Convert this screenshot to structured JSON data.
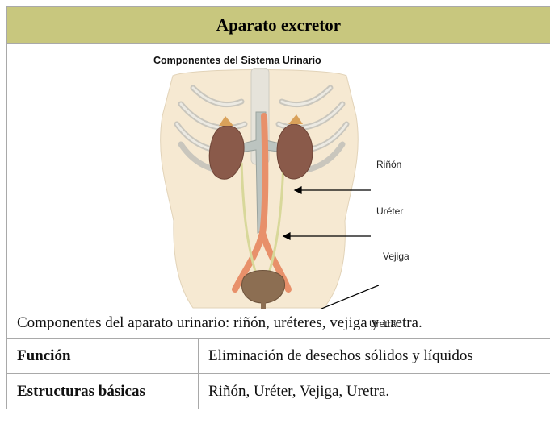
{
  "infobox": {
    "title": "Aparato excretor",
    "figure": {
      "title": "Componentes del Sistema Urinario",
      "labels": {
        "kidney": "Riñón",
        "ureter": "Uréter",
        "bladder": "Vejiga",
        "urethra": "Uretra"
      }
    },
    "caption": "Componentes del aparato urinario: riñón, uréteres, vejiga y uretra.",
    "rows": [
      {
        "label": "Función",
        "value": "Eliminación de desechos sólidos y líquidos"
      },
      {
        "label": "Estructuras básicas",
        "value": "Riñón, Uréter, Vejiga, Uretra."
      }
    ]
  },
  "colors": {
    "title_bg": "#c8c77e",
    "border": "#a9a9a9",
    "skin": "#f6e9d2",
    "kidney": "#8a5a4a",
    "artery": "#e8906a",
    "vein": "#bcc4c0",
    "bladder": "#8c6e52"
  }
}
